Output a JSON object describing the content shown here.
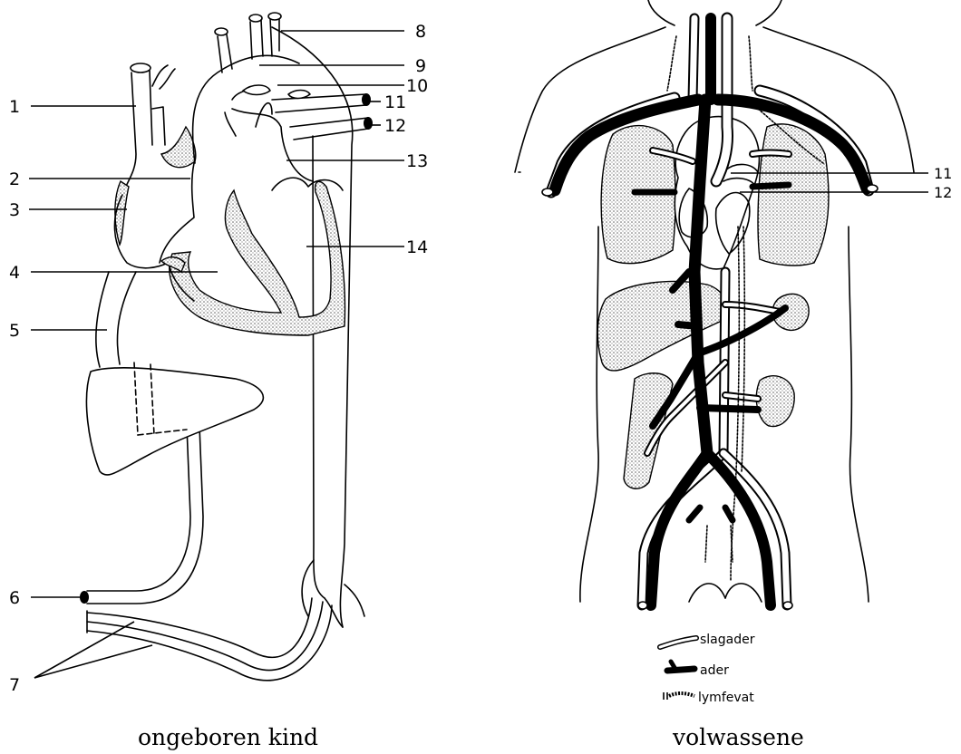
{
  "fetal": {
    "labels_left": [
      "1",
      "2",
      "3",
      "4",
      "5",
      "6",
      "7"
    ],
    "labels_right": [
      "8",
      "9",
      "10",
      "11",
      "12",
      "13",
      "14"
    ],
    "caption": "ongeboren kind"
  },
  "adult": {
    "labels": [
      "11",
      "12"
    ],
    "legend": {
      "artery": "slagader",
      "vein": "ader",
      "lymph": "lymfevat"
    },
    "caption": "volwassene"
  }
}
